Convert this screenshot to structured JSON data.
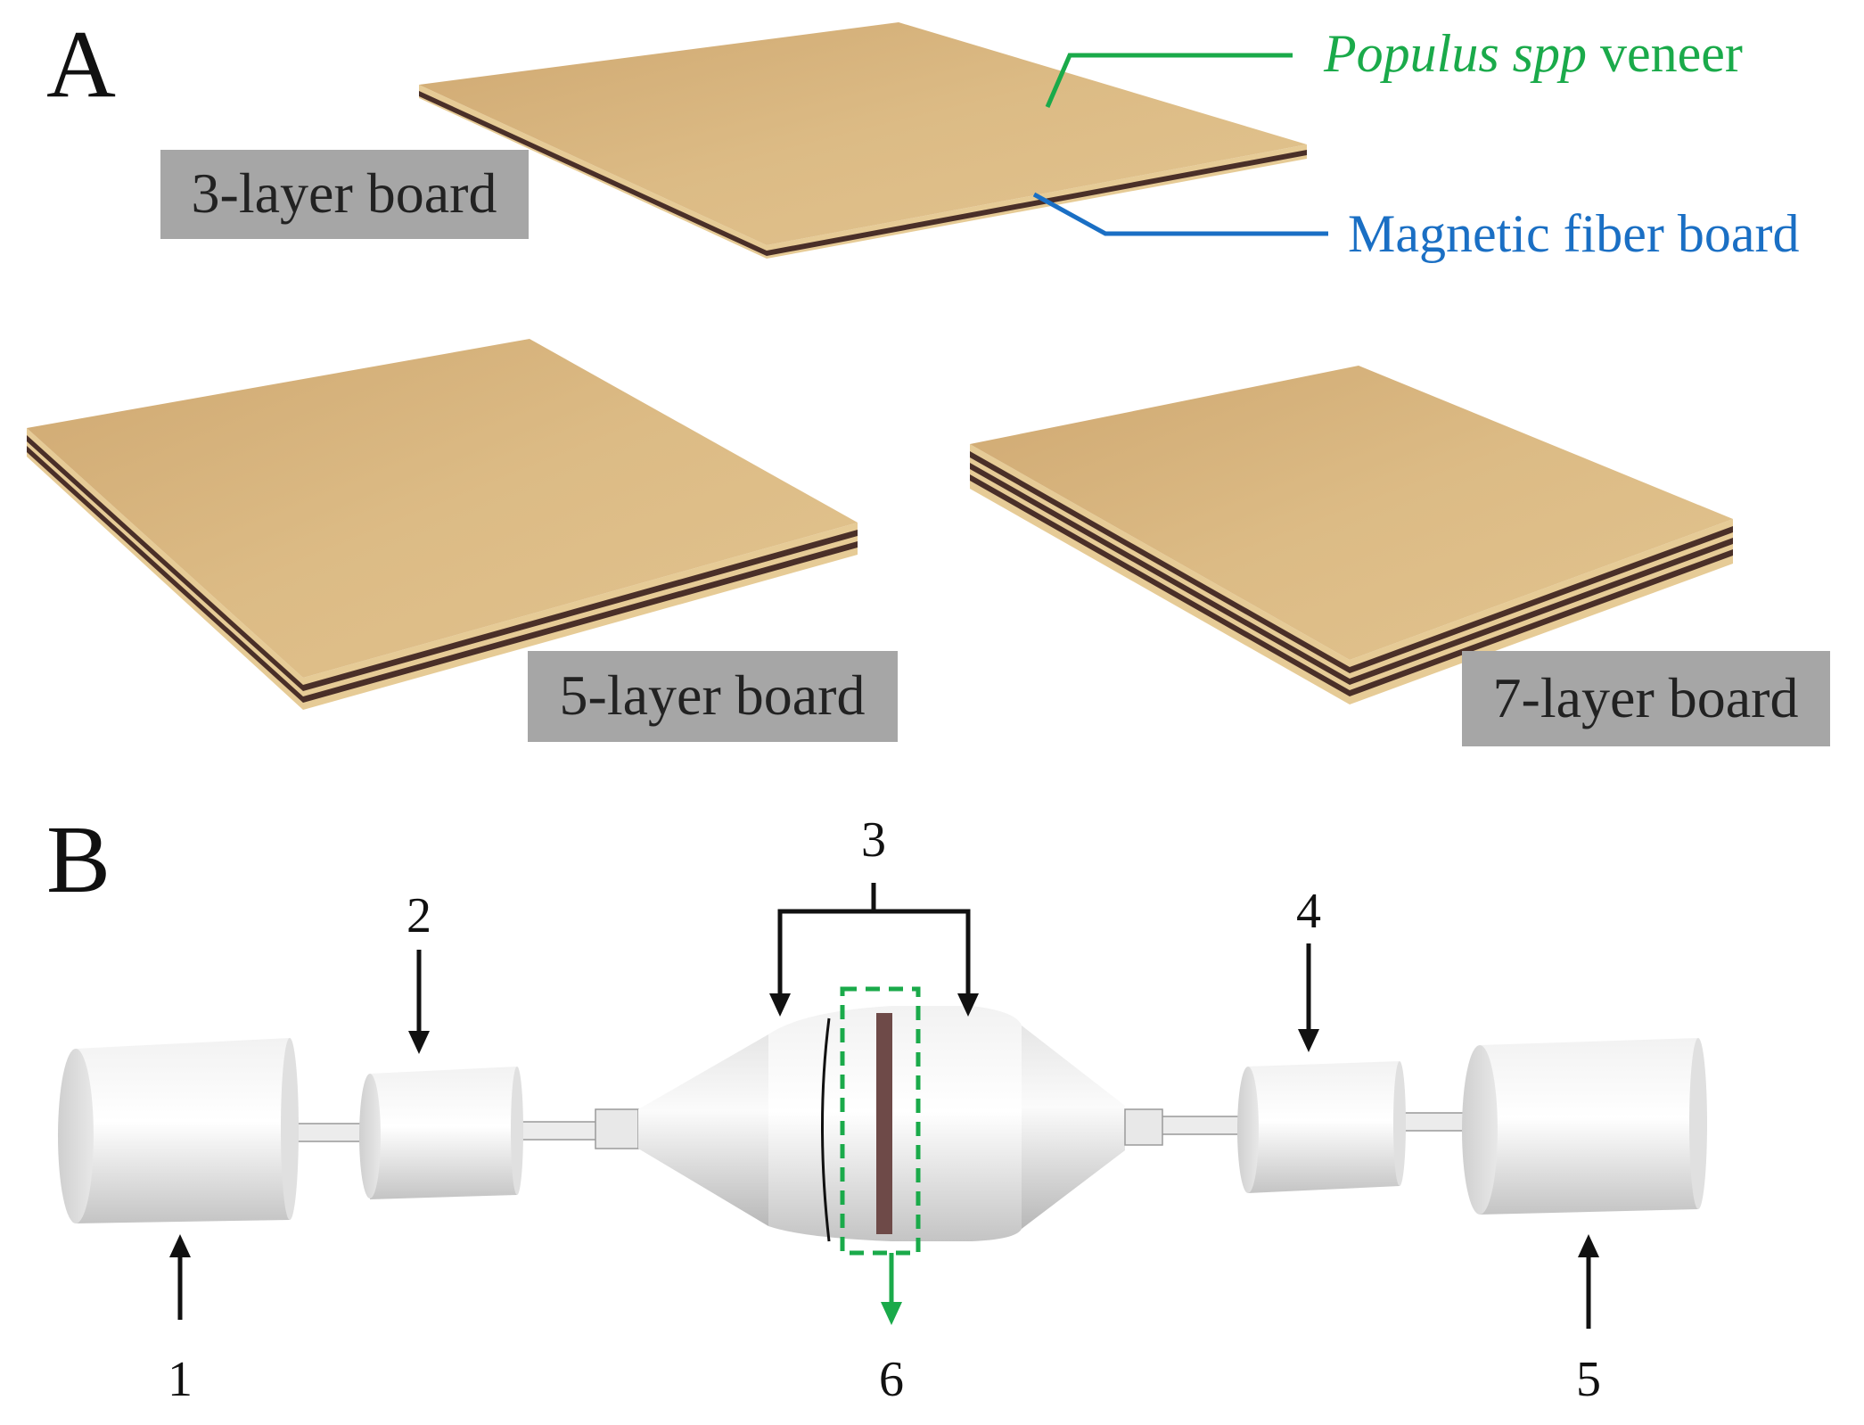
{
  "panels": {
    "a": {
      "letter": "A"
    },
    "b": {
      "letter": "B"
    }
  },
  "boards": {
    "three": {
      "label": "3-layer board"
    },
    "five": {
      "label": "5-layer board"
    },
    "seven": {
      "label": "7-layer board"
    }
  },
  "callouts": {
    "veneer": {
      "italic": "Populus spp",
      "text": " veneer",
      "color": "#1aaa4a"
    },
    "magnetic": {
      "text": "Magnetic fiber board",
      "color": "#1a6fc4"
    }
  },
  "apparatus": {
    "labels": [
      "1",
      "2",
      "3",
      "4",
      "5",
      "6"
    ],
    "highlight_color": "#1aaa4a",
    "band_color": "#6e4a48"
  },
  "colors": {
    "wood": "#d9b77f",
    "wood_edge": "#e6cb96",
    "dark_layer": "#4a2f28",
    "label_box": "#a6a6a6",
    "cylinder_light": "#f5f5f5",
    "cylinder_shade": "#bdbdbd"
  }
}
